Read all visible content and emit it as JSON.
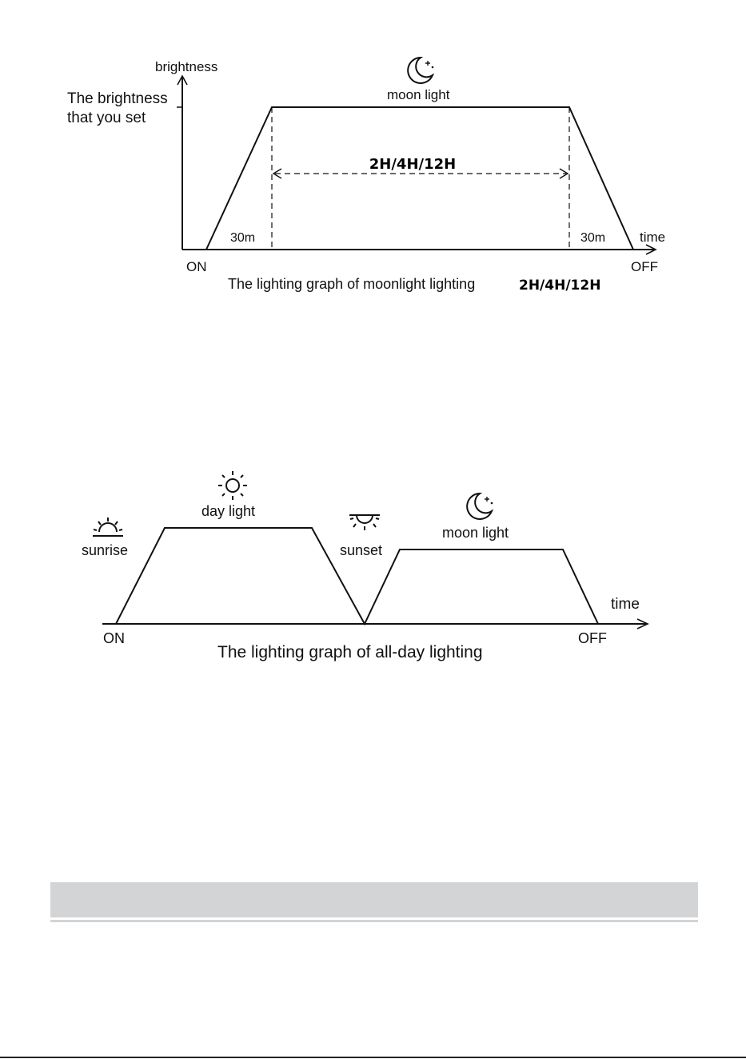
{
  "graph1": {
    "y_axis_label": "brightness",
    "x_axis_label": "time",
    "level_label_line1": "The brightness",
    "level_label_line2": "that you set",
    "phase_label": "moon light",
    "duration_label": "2H/4H/12H",
    "ramp_up_label": "30m",
    "ramp_down_label": "30m",
    "start_label": "ON",
    "end_label": "OFF",
    "caption_text": "The lighting graph of moonlight lighting",
    "caption_bold": "2H/4H/12H",
    "icons": [
      "moon-icon"
    ]
  },
  "graph2": {
    "x_axis_label": "time",
    "sunrise_label": "sunrise",
    "daylight_label": "day light",
    "sunset_label": "sunset",
    "moonlight_label": "moon light",
    "start_label": "ON",
    "end_label": "OFF",
    "caption": "The lighting graph of all-day lighting",
    "icons": [
      "sunrise-icon",
      "sun-icon",
      "sunset-icon",
      "moon-icon"
    ]
  },
  "colors": {
    "line": "#111111",
    "bar": "#d3d4d6"
  }
}
